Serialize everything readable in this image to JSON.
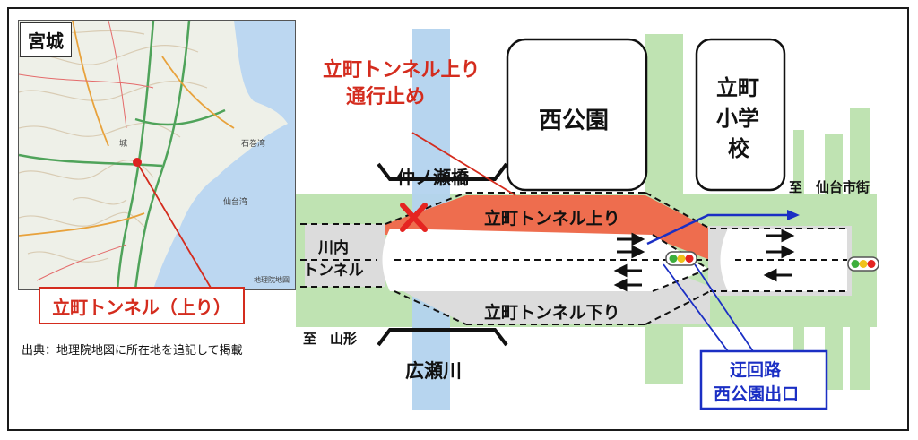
{
  "inset_map": {
    "prefecture": "宮城",
    "tunnel_label": "立町トンネル（上り）",
    "source_note": "出典：地理院地図に所在地を追記して掲載",
    "place_labels": [
      "城",
      "石巻湾",
      "仙台湾"
    ],
    "attribution": "地理院地図"
  },
  "diagram": {
    "closure_title_line1": "立町トンネル上り",
    "closure_title_line2": "通行止め",
    "bridge": "仲ノ瀬橋",
    "river": "広瀬川",
    "park": "西公園",
    "school_line1": "立町",
    "school_line2": "小学",
    "school_line3": "校",
    "tunnel_up": "立町トンネル上り",
    "tunnel_down": "立町トンネル下り",
    "kawauchi_line1": "川内",
    "kawauchi_line2": "トンネル",
    "to_sendai": "至　仙台市街",
    "to_yamagata": "至　山形",
    "detour_line1": "迂回路",
    "detour_line2": "西公園出口"
  },
  "colors": {
    "closure_red": "#d42c1e",
    "tunnel_orange": "#ee6d4e",
    "detour_blue": "#1b2fc4",
    "road_green": "#bfe3b2",
    "river_blue": "#b3d3ee",
    "tunnel_gray": "#dcdcdc"
  },
  "icons": [
    "closure-x-icon",
    "traffic-light-icon",
    "lane-arrow-icon",
    "detour-arrow-icon"
  ]
}
